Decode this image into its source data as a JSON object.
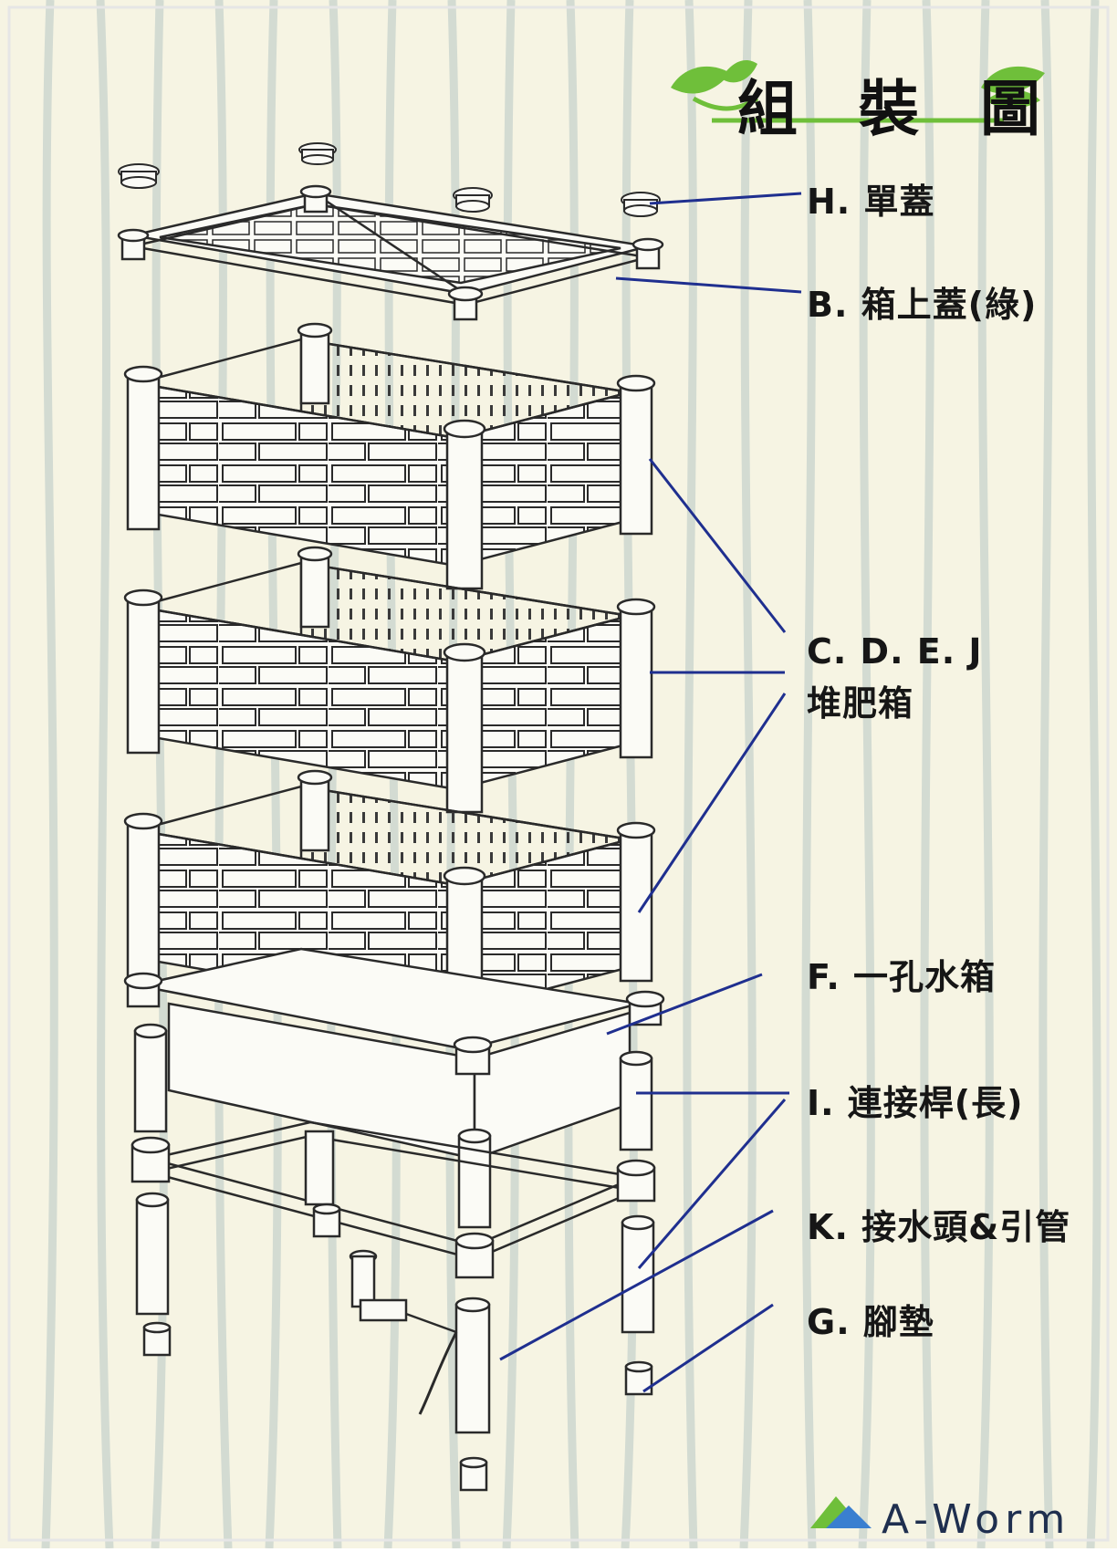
{
  "title": "組 裝 圖",
  "brand": "A-Worm",
  "colors": {
    "background": "#f6f4e3",
    "stripe": "#cdd7d0",
    "line": "#1f2f8f",
    "leaf": "#6fbf3a",
    "part_fill": "#fbfbf6",
    "part_stroke": "#2a2a2a"
  },
  "labels": {
    "h": "H. 單蓋",
    "b": "B. 箱上蓋(綠)",
    "cdej_code": "C. D. E. J",
    "cdej_name": "堆肥箱",
    "f": "F. 一孔水箱",
    "i": "I. 連接桿(長)",
    "k": "K. 接水頭&引管",
    "g": "G. 腳墊"
  }
}
